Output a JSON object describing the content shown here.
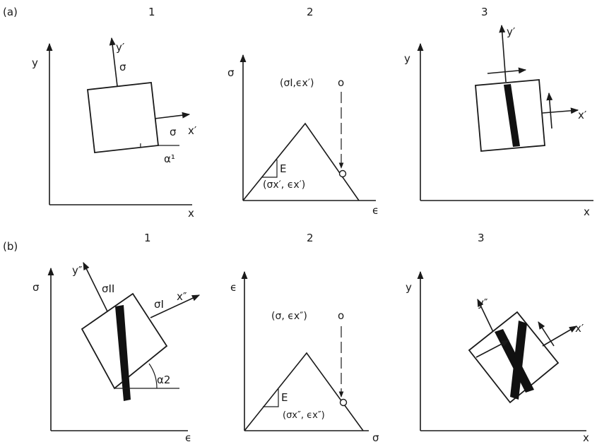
{
  "rows": [
    {
      "row_label": "(a)",
      "panels": [
        {
          "number": "1",
          "axis_y": "y",
          "axis_x": "x",
          "labels": [
            "y′",
            "σ",
            "σ",
            "x′",
            "α¹"
          ]
        },
        {
          "number": "2",
          "axis_y": "σ",
          "axis_x": "ϵ",
          "labels": [
            "(σI,ϵx′)",
            "o",
            "E",
            "(σx′, ϵx′)"
          ]
        },
        {
          "number": "3",
          "axis_y": "y",
          "axis_x": "x",
          "labels": [
            "y′",
            "x′"
          ]
        }
      ]
    },
    {
      "row_label": "(b)",
      "panels": [
        {
          "number": "1",
          "axis_y": "σ",
          "axis_x": "ϵ",
          "labels": [
            "y″",
            "σII",
            "σI",
            "x″",
            "α2"
          ]
        },
        {
          "number": "2",
          "axis_y": "ϵ",
          "axis_x": "σ",
          "labels": [
            "(σ, ϵx″)",
            "o",
            "E",
            "(σx″, ϵx″)"
          ]
        },
        {
          "number": "3",
          "axis_y": "y",
          "axis_x": "x",
          "labels": [
            "y″",
            "x′"
          ]
        }
      ]
    }
  ]
}
